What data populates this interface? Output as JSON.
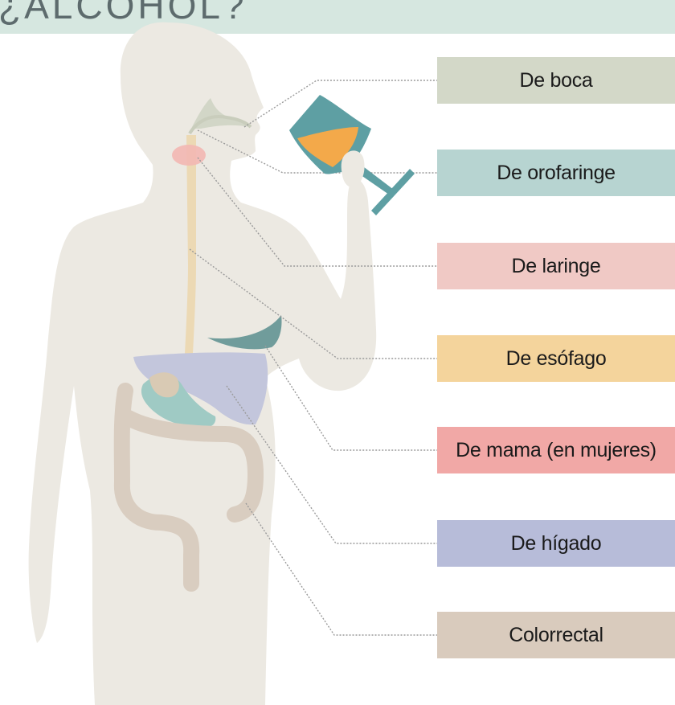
{
  "header": {
    "title": "¿ALCOHOL?"
  },
  "labels": [
    {
      "id": "boca",
      "text": "De boca",
      "color": "#d3d8c8"
    },
    {
      "id": "orofaringe",
      "text": "De orofaringe",
      "color": "#b7d4d1"
    },
    {
      "id": "laringe",
      "text": "De laringe",
      "color": "#f0c9c5"
    },
    {
      "id": "esofago",
      "text": "De esófago",
      "color": "#f4d49c"
    },
    {
      "id": "mama",
      "text": "De mama (en mujeres)",
      "color": "#f1a8a6"
    },
    {
      "id": "higado",
      "text": "De hígado",
      "color": "#b7bcd9"
    },
    {
      "id": "colorrectal",
      "text": "Colorrectal",
      "color": "#d9cbbd"
    }
  ],
  "colors": {
    "body": "#ece9e2",
    "wine_glass": "#5e9fa3",
    "wine": "#f3a94a",
    "leader_line": "#9a9a9a"
  }
}
